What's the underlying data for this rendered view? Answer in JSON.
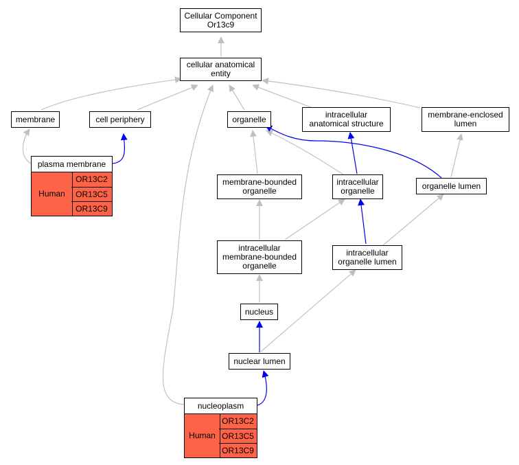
{
  "colors": {
    "edge_is_a": "#c0c0c0",
    "edge_part_of": "#0000ee",
    "annotation_fill": "#ff6347"
  },
  "nodes": {
    "root": "Cellular Component\nOr13c9",
    "cae": "cellular anatomical\nentity",
    "membrane": "membrane",
    "cell_periphery": "cell periphery",
    "organelle": "organelle",
    "ias": "intracellular\nanatomical structure",
    "mel": "membrane-enclosed\nlumen",
    "plasma_membrane": "plasma membrane",
    "mbo": "membrane-bounded\norganelle",
    "io": "intracellular\norganelle",
    "organelle_lumen": "organelle lumen",
    "imbo": "intracellular\nmembrane-bounded\norganelle",
    "iol": "intracellular\norganelle lumen",
    "nucleus": "nucleus",
    "nuclear_lumen": "nuclear lumen",
    "nucleoplasm": "nucleoplasm"
  },
  "annotations": {
    "plasma_membrane": {
      "species": "Human",
      "genes": [
        "OR13C2",
        "OR13C5",
        "OR13C9"
      ]
    },
    "nucleoplasm": {
      "species": "Human",
      "genes": [
        "OR13C2",
        "OR13C5",
        "OR13C9"
      ]
    }
  }
}
